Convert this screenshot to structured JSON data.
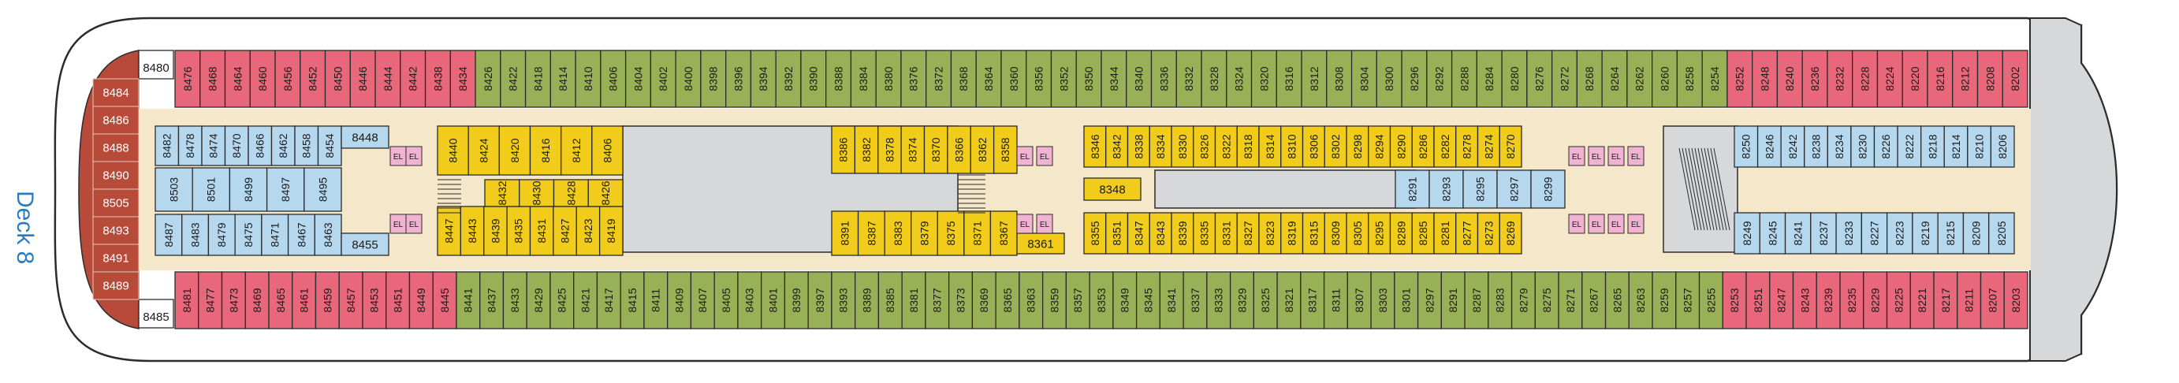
{
  "deck_label": "Deck 8",
  "colors": {
    "pink": "#e8677a",
    "green": "#99b156",
    "yellow": "#f2cc1a",
    "blue": "#b6d8ee",
    "elevator": "#f0b4d2",
    "corridor": "#f5e7c9",
    "hull": "#d7d8da",
    "bow": "#b84a3a",
    "outline": "#2b2b2b"
  },
  "bow_cabins": [
    "8484",
    "8486",
    "8488",
    "8490",
    "8505",
    "8493",
    "8491",
    "8489"
  ],
  "corner_labels": {
    "top": "8480",
    "bottom": "8485"
  },
  "top_outer": [
    "8476",
    "8468",
    "8464",
    "8460",
    "8456",
    "8452",
    "8450",
    "8446",
    "8444",
    "8442",
    "8438",
    "8434",
    "8426",
    "8422",
    "8418",
    "8414",
    "8410",
    "8406",
    "8404",
    "8402",
    "8400",
    "8398",
    "8396",
    "8394",
    "8392",
    "8390",
    "8388",
    "8384",
    "8380",
    "8376",
    "8372",
    "8368",
    "8364",
    "8360",
    "8356",
    "8352",
    "8350",
    "8344",
    "8340",
    "8336",
    "8332",
    "8328",
    "8324",
    "8320",
    "8316",
    "8312",
    "8308",
    "8304",
    "8300",
    "8296",
    "8292",
    "8288",
    "8284",
    "8280",
    "8276",
    "8272",
    "8268",
    "8264",
    "8262",
    "8260",
    "8258",
    "8254",
    "8252",
    "8248",
    "8240",
    "8236",
    "8232",
    "8228",
    "8224",
    "8220",
    "8216",
    "8212",
    "8208",
    "8202"
  ],
  "bottom_outer": [
    "8481",
    "8477",
    "8473",
    "8469",
    "8465",
    "8461",
    "8459",
    "8457",
    "8453",
    "8451",
    "8449",
    "8445",
    "8441",
    "8437",
    "8433",
    "8429",
    "8425",
    "8421",
    "8417",
    "8415",
    "8411",
    "8409",
    "8407",
    "8405",
    "8403",
    "8401",
    "8399",
    "8397",
    "8393",
    "8389",
    "8385",
    "8381",
    "8377",
    "8373",
    "8369",
    "8365",
    "8363",
    "8359",
    "8357",
    "8353",
    "8349",
    "8345",
    "8341",
    "8337",
    "8333",
    "8329",
    "8325",
    "8321",
    "8317",
    "8311",
    "8307",
    "8303",
    "8301",
    "8297",
    "8291",
    "8287",
    "8283",
    "8279",
    "8275",
    "8271",
    "8267",
    "8265",
    "8263",
    "8259",
    "8257",
    "8255",
    "8253",
    "8251",
    "8247",
    "8243",
    "8239",
    "8235",
    "8229",
    "8225",
    "8221",
    "8217",
    "8211",
    "8207",
    "8203"
  ],
  "fwd_inner_top": [
    "8482",
    "8478",
    "8474",
    "8470",
    "8466",
    "8462",
    "8458",
    "8454"
  ],
  "fwd_inner_mid": [
    "8503",
    "8501",
    "8499",
    "8497",
    "8495"
  ],
  "fwd_inner_bottom": [
    "8487",
    "8483",
    "8479",
    "8475",
    "8471",
    "8467",
    "8463"
  ],
  "fwd_misc": [
    "8448",
    "8455"
  ],
  "mid_top_yellow": [
    "8440",
    "8424",
    "8420",
    "8416",
    "8412",
    "8406"
  ],
  "mid_bottom_yellow": [
    "8447",
    "8443",
    "8439",
    "8435",
    "8431",
    "8427",
    "8423",
    "8419"
  ],
  "mid_center_yellow": [
    "8432",
    "8430",
    "8428",
    "8426"
  ],
  "core_top_yellow": [
    "8386",
    "8382",
    "8378",
    "8374",
    "8370",
    "8366",
    "8362",
    "8358"
  ],
  "core_bottom_yellow": [
    "8391",
    "8387",
    "8383",
    "8379",
    "8375",
    "8371",
    "8367"
  ],
  "core_misc": [
    "8361"
  ],
  "aft_top_yellow": [
    "8346",
    "8342",
    "8338",
    "8334",
    "8330",
    "8326",
    "8322",
    "8318",
    "8314",
    "8310",
    "8306",
    "8302",
    "8298",
    "8294",
    "8290",
    "8286",
    "8282",
    "8278",
    "8274",
    "8270"
  ],
  "aft_bottom_yellow": [
    "8355",
    "8351",
    "8347",
    "8343",
    "8339",
    "8335",
    "8331",
    "8327",
    "8323",
    "8319",
    "8315",
    "8309",
    "8305",
    "8295",
    "8289",
    "8285",
    "8281",
    "8277",
    "8273",
    "8269"
  ],
  "aft_mid_blue": [
    "8291",
    "8293",
    "8295",
    "8297",
    "8299"
  ],
  "aft_misc": [
    "8348"
  ],
  "rear_top_blue": [
    "8250",
    "8246",
    "8242",
    "8238",
    "8234",
    "8230",
    "8226",
    "8222",
    "8218",
    "8214",
    "8210",
    "8206"
  ],
  "rear_bottom_blue": [
    "8249",
    "8245",
    "8241",
    "8237",
    "8233",
    "8227",
    "8223",
    "8219",
    "8215",
    "8209",
    "8205"
  ],
  "elevator_label": "EL"
}
